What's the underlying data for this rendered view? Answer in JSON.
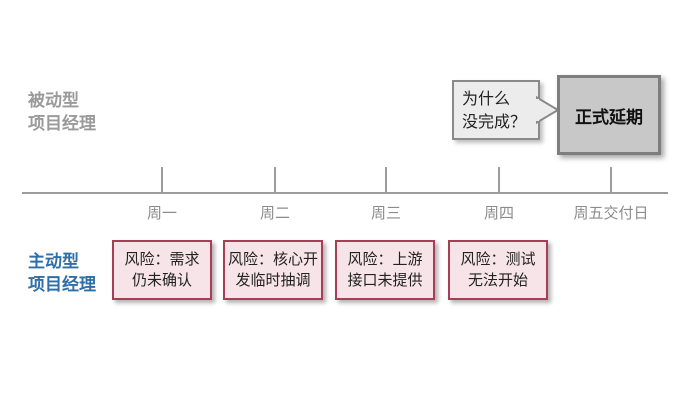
{
  "roles": {
    "passive": [
      "被动型",
      "项目经理"
    ],
    "active": [
      "主动型",
      "项目经理"
    ]
  },
  "days": [
    "周一",
    "周二",
    "周三",
    "周四",
    "周五交付日"
  ],
  "risks": [
    [
      "风险：需求",
      "仍未确认"
    ],
    [
      "风险：核心开",
      "发临时抽调"
    ],
    [
      "风险：上游",
      "接口未提供"
    ],
    [
      "风险：测试",
      "无法开始"
    ]
  ],
  "passive_flow": {
    "question": [
      "为什么",
      "没完成？"
    ],
    "outcome": "正式延期"
  },
  "colors": {
    "passive_text": "#9a9a9a",
    "active_text": "#2f6fa8",
    "risk_border": "#a83d55",
    "risk_fill": "#f6e4e8",
    "axis": "#9c9c9c"
  }
}
